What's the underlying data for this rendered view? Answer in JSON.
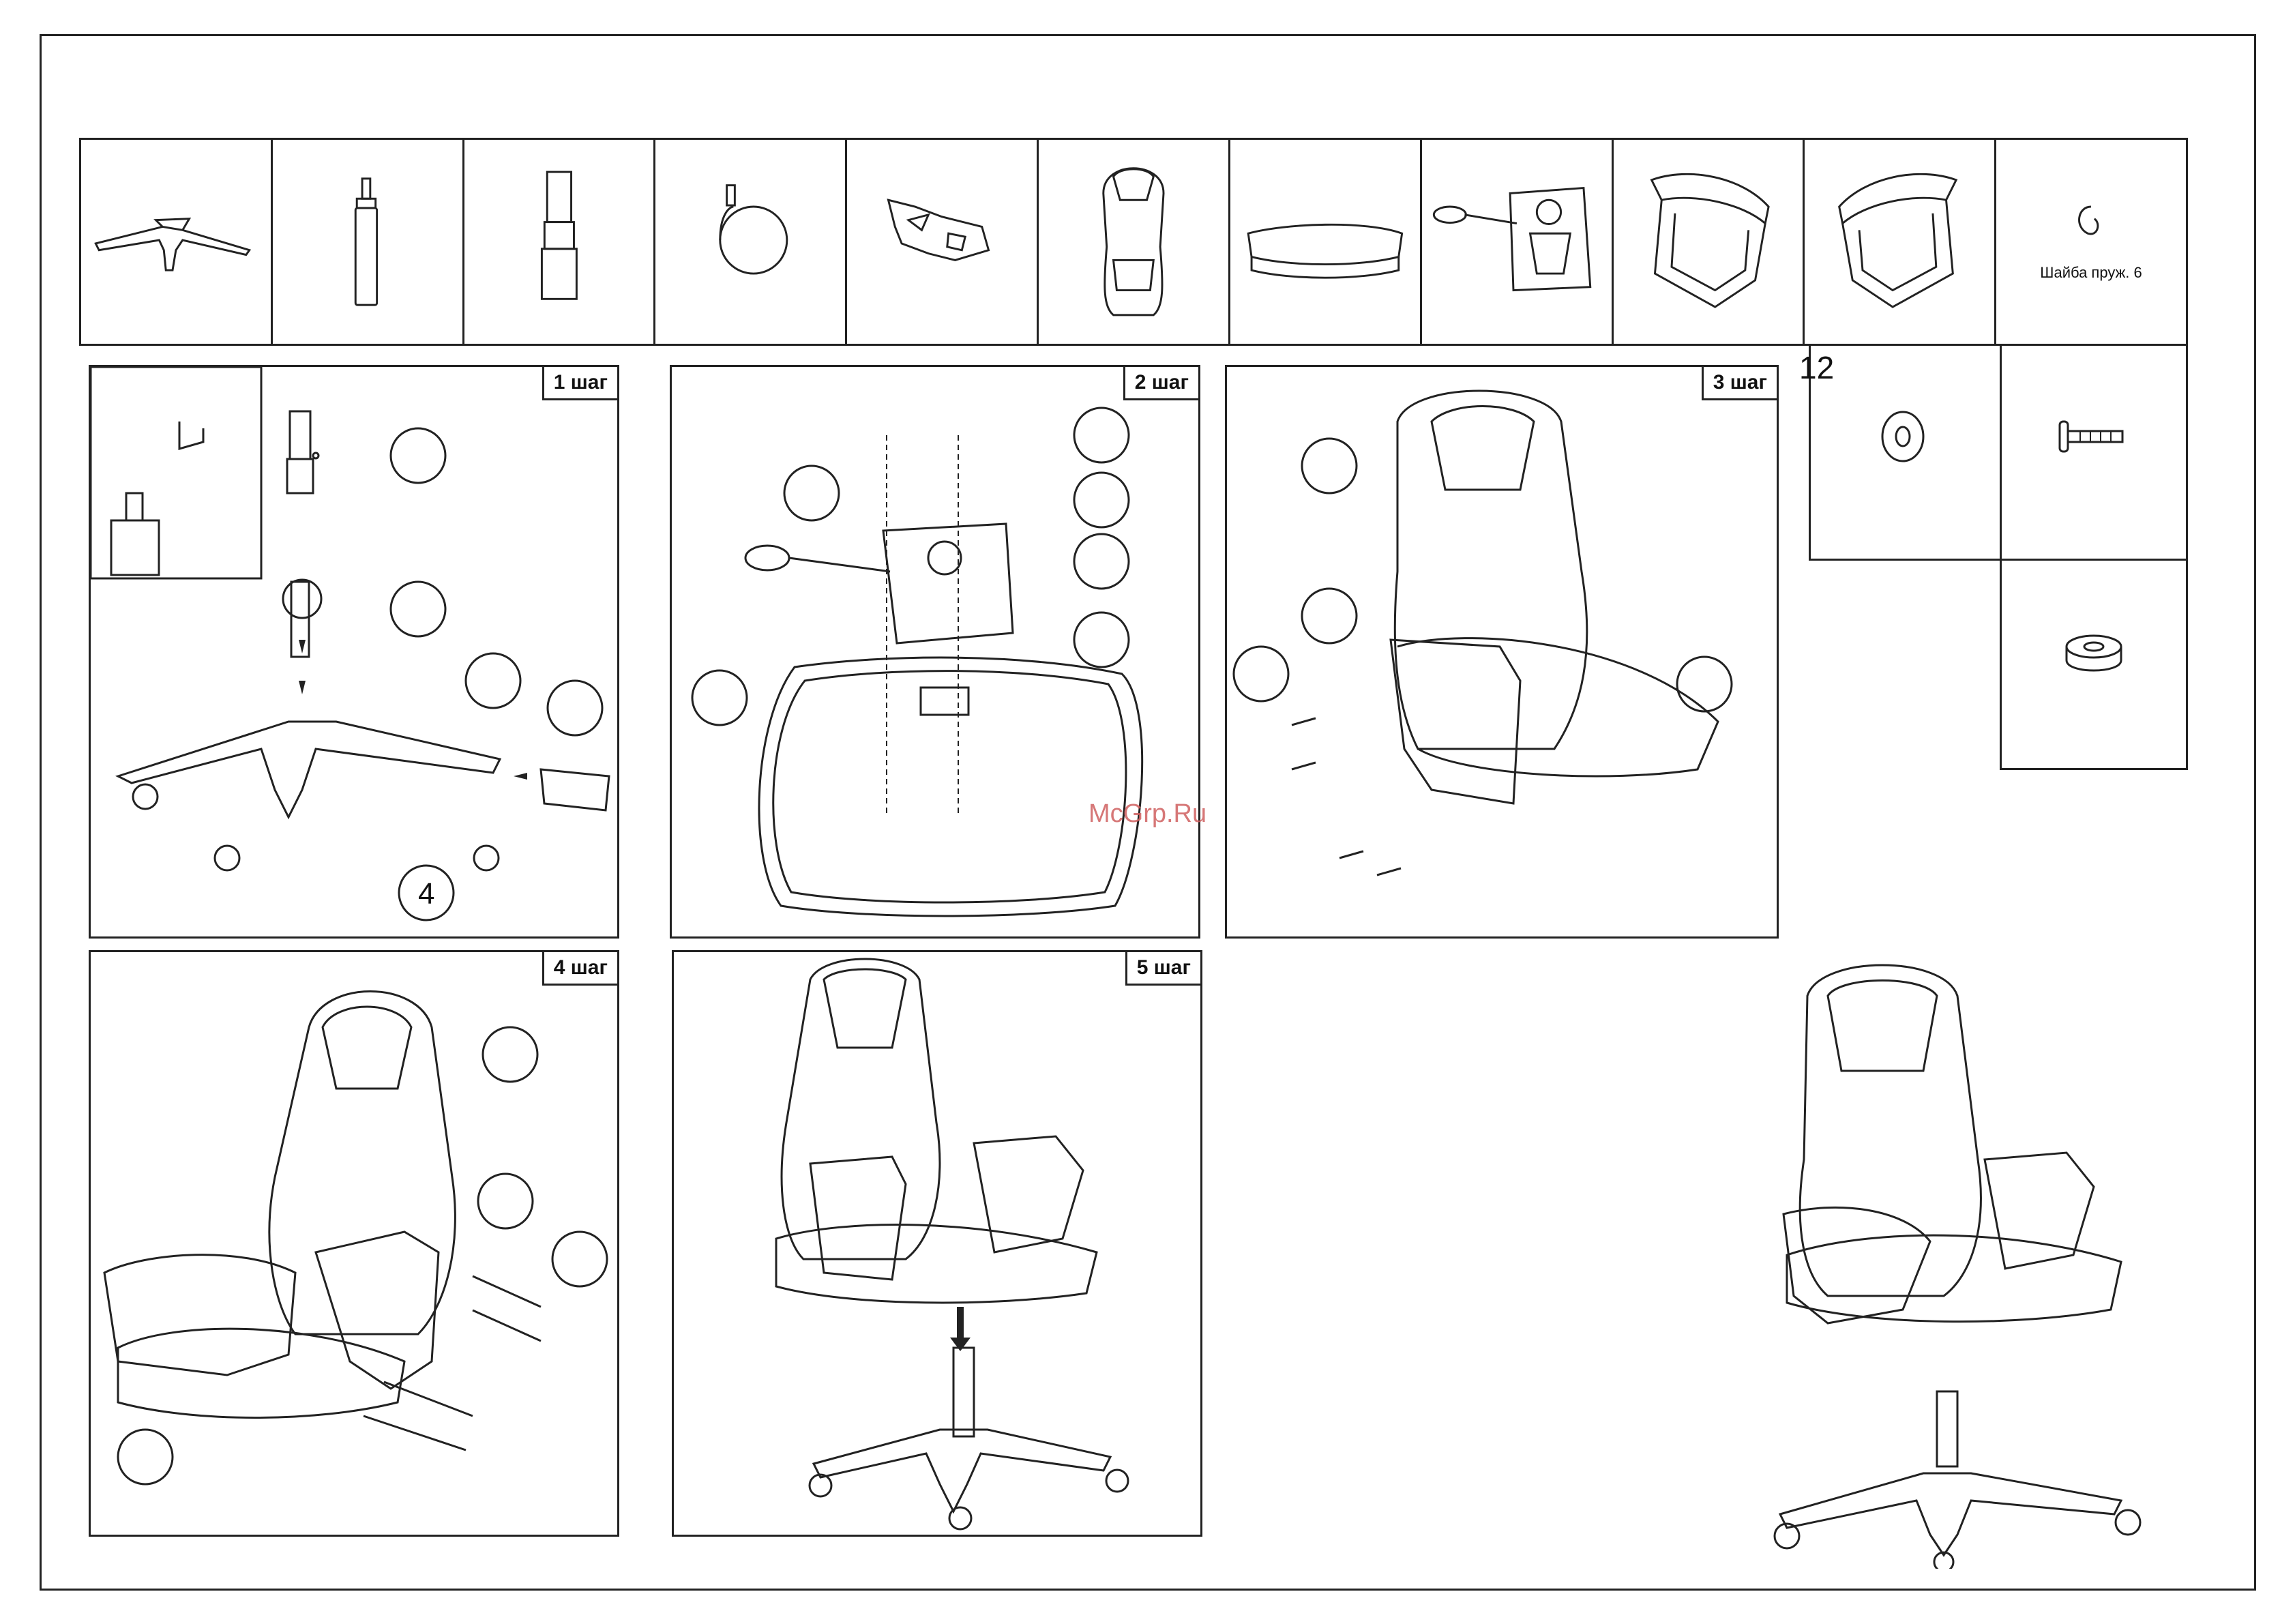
{
  "parts": {
    "items": [
      {
        "name": "base",
        "icon": "star-base-icon"
      },
      {
        "name": "gas-lift",
        "icon": "gas-lift-icon"
      },
      {
        "name": "gas-lift-cover",
        "icon": "cover-tube-icon"
      },
      {
        "name": "caster",
        "icon": "caster-wheel-icon"
      },
      {
        "name": "bracket",
        "icon": "bracket-icon"
      },
      {
        "name": "backrest",
        "icon": "backrest-icon"
      },
      {
        "name": "seat",
        "icon": "seat-icon"
      },
      {
        "name": "mechanism",
        "icon": "tilt-mechanism-icon"
      },
      {
        "name": "armrest-left",
        "icon": "armrest-icon"
      },
      {
        "name": "armrest-right",
        "icon": "armrest-icon"
      },
      {
        "name": "spring-washer",
        "icon": "spring-washer-icon",
        "label": "Шайба пруж. 6"
      }
    ],
    "extra_number": "12"
  },
  "steps": {
    "step1": {
      "label": "1 шаг",
      "callout_number": "4"
    },
    "step2": {
      "label": "2 шаг"
    },
    "step3": {
      "label": "3 шаг"
    },
    "step4": {
      "label": "4 шаг"
    },
    "step5": {
      "label": "5 шаг"
    }
  },
  "watermark": "McGrp.Ru"
}
